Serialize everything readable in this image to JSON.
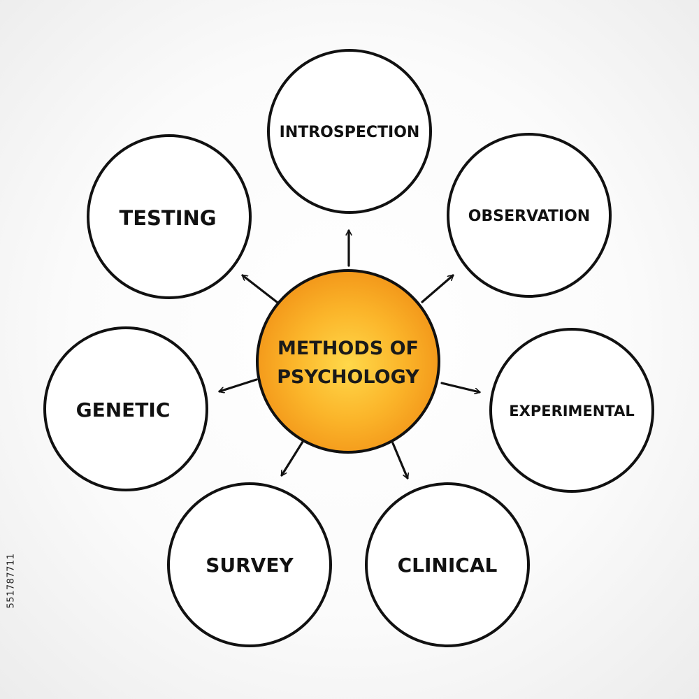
{
  "center": {
    "line1": "METHODS OF",
    "line2": "PSYCHOLOGY"
  },
  "methods": [
    {
      "key": "introspection",
      "label": "INTROSPECTION"
    },
    {
      "key": "observation",
      "label": "OBSERVATION"
    },
    {
      "key": "experimental",
      "label": "EXPERIMENTAL"
    },
    {
      "key": "clinical",
      "label": "CLINICAL"
    },
    {
      "key": "survey",
      "label": "SURVEY"
    },
    {
      "key": "genetic",
      "label": "GENETIC"
    },
    {
      "key": "testing",
      "label": "TESTING"
    }
  ],
  "watermark_id": "551787711",
  "colors": {
    "center_fill": "#f7a21b",
    "center_glow": "#ffd54a",
    "outline": "#111111",
    "node_fill": "#ffffff"
  }
}
